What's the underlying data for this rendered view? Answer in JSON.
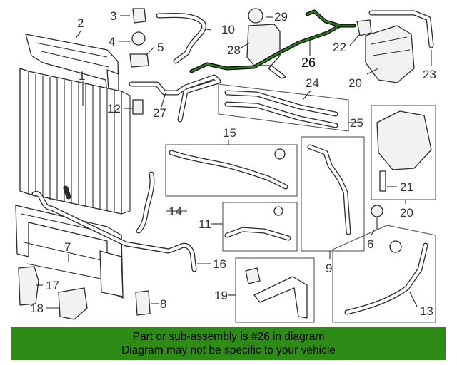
{
  "callouts": {
    "c1": "1",
    "c2": "2",
    "c3": "3",
    "c4": "4",
    "c5": "5",
    "c6": "6",
    "c7": "7",
    "c8": "8",
    "c9": "9",
    "c10": "10",
    "c11": "11",
    "c12": "12",
    "c13": "13",
    "c14": "14",
    "c15": "15",
    "c16": "16",
    "c17": "17",
    "c18": "18",
    "c19": "19",
    "c20a": "20",
    "c20b": "20",
    "c21": "21",
    "c22": "22",
    "c23": "23",
    "c24": "24",
    "c25": "25",
    "c26": "26",
    "c27": "27",
    "c28": "28",
    "c29": "29"
  },
  "highlighted_part": "26",
  "colors": {
    "banner": "#2e8b16",
    "highlight": "#2f7d1e"
  },
  "banner": {
    "line1": "Part or sub-assembly is #26 in diagram",
    "line2": "Diagram may not be specific to your vehicle"
  }
}
